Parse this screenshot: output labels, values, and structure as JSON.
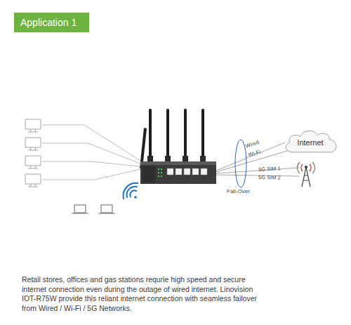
{
  "diagram": {
    "title": "Application 1",
    "caption": "Retail stores, offices and gas stations requrie high speed and secure internet connection even during the outage of wired internet. Linovision IOT-R75W provide this reliant internet connection with seamless failover from Wired / Wi-Fi / 5G Networks.",
    "nodes": [
      {
        "text": [
          "Internet"
        ]
      }
    ],
    "edges": [],
    "labels": [
      "Wired",
      "Wi-Fi",
      "5G SIM 1",
      "5G SIM 2",
      "Fail-Over"
    ]
  }
}
